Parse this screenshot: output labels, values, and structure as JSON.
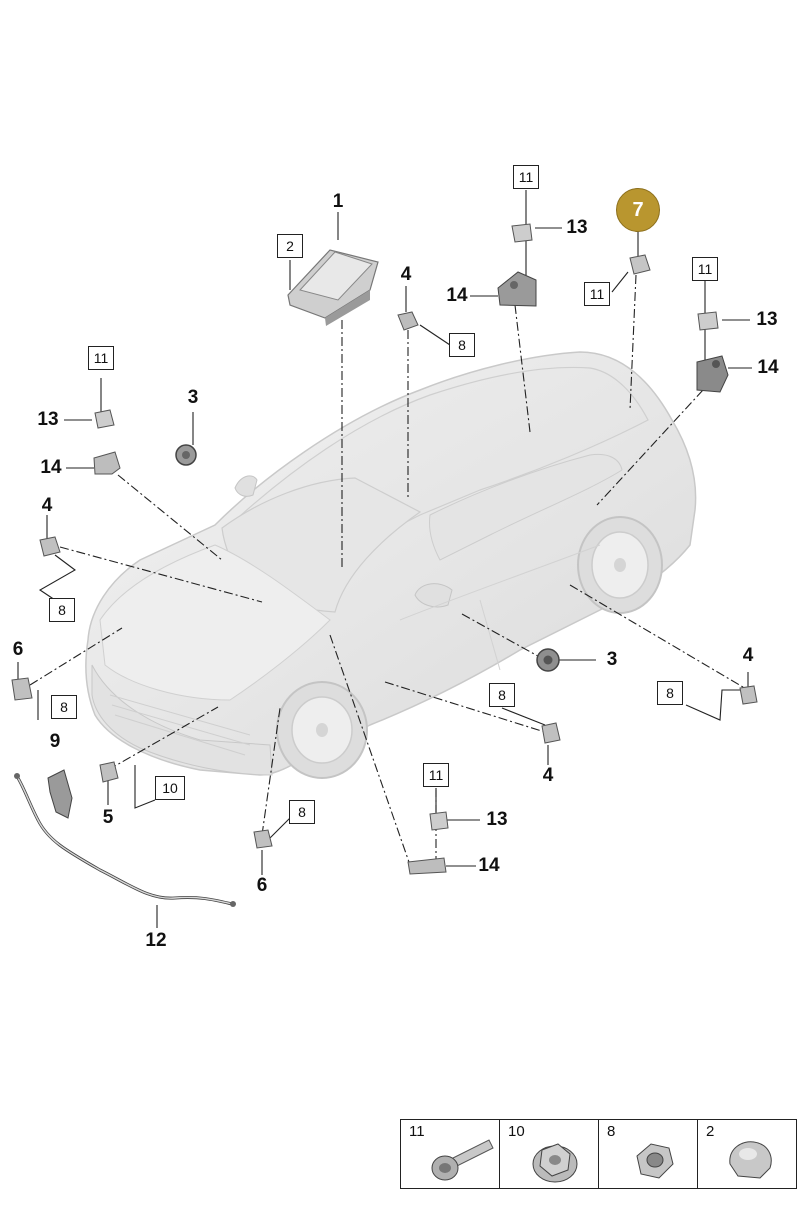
{
  "callouts": {
    "p1": "1",
    "p2": "2",
    "p3_left": "3",
    "p3_right": "3",
    "p4_roof": "4",
    "p4_left": "4",
    "p4_right": "4",
    "p4_bottom": "4",
    "p5": "5",
    "p6_left": "6",
    "p6_bottom": "6",
    "p7": "7",
    "p8_roof": "8",
    "p8_left": "8",
    "p8_front": "8",
    "p8_center": "8",
    "p8_right": "8",
    "p8_bottom": "8",
    "p9": "9",
    "p10": "10",
    "p11_roof": "11",
    "p11_rear": "11",
    "p11_right": "11",
    "p11_left": "11",
    "p11_bottom": "11",
    "p12": "12",
    "p13_roof": "13",
    "p13_right": "13",
    "p13_left": "13",
    "p13_bottom": "13",
    "p14_roof": "14",
    "p14_right": "14",
    "p14_left": "14",
    "p14_bottom": "14"
  },
  "highlight": {
    "color": "#b9962f"
  },
  "legend": [
    {
      "number": "11",
      "icon": "bolt-icon"
    },
    {
      "number": "10",
      "icon": "flange-nut-icon"
    },
    {
      "number": "8",
      "icon": "hex-nut-icon"
    },
    {
      "number": "2",
      "icon": "cap-nut-icon"
    }
  ]
}
